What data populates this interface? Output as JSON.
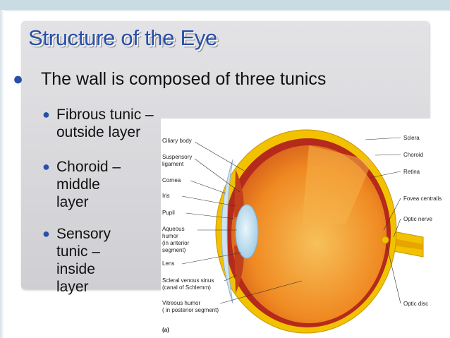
{
  "slide": {
    "title": "Structure of the Eye",
    "main_bullet": "The wall is composed of three tunics",
    "sub_bullets": [
      "Fibrous tunic – outside layer",
      "Choroid – middle layer",
      "Sensory tunic – inside layer"
    ]
  },
  "figure": {
    "left_labels": [
      "Ciliary body",
      "Suspensory",
      "ligament",
      "Cornea",
      "Iris",
      "Pupil",
      "Aqueous",
      "humor",
      "(in anterior",
      "segment)",
      "Lens",
      "Scleral venous sinus",
      "(canal of Schlemm)",
      "Vitreous humor",
      "( in posterior segment)"
    ],
    "right_labels": [
      "Sclera",
      "Choroid",
      "Retina",
      "Fovea centralis",
      "Optic nerve",
      "Optic disc"
    ],
    "panel_label": "(a)"
  },
  "colors": {
    "title": "#2a4fa8",
    "bullet": "#2a4fa8",
    "sclera": "#f2c200",
    "choroid": "#b52a1c",
    "retina_interior": "#f19a2b",
    "lens": "#bfe0f2"
  }
}
